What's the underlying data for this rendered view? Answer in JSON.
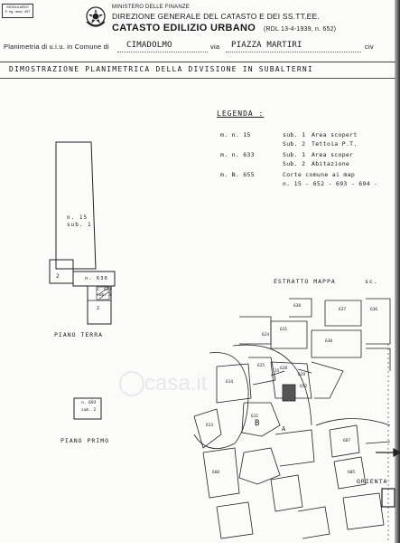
{
  "header": {
    "modulario_line1": "MODULARIO",
    "modulario_line2": "F. rig. rend. 497",
    "ministry": "MINISTERO DELLE FINANZE",
    "direzione": "DIREZIONE GENERALE DEL CATASTO E DEI SS.TT.EE.",
    "catasto": "CATASTO EDILIZIO URBANO",
    "rdl": "(RDL 13-4-1939, n. 652)",
    "planimetria_prefix": "Planimetria di u.i.u. in Comune di",
    "comune": "CIMADOLMO",
    "via_prefix": "via",
    "via": "PIAZZA   MARTIRI",
    "civ": "civ"
  },
  "title": "DIMOSTRAZIONE  PLANIMETRICA  DELLA  DIVISIONE  IN  SUBALTERNI",
  "legend": {
    "heading": "LEGENDA :",
    "rows": [
      {
        "mn": "m. n. 15",
        "sub": "sub. 1",
        "desc": "Area scopert"
      },
      {
        "mn": "",
        "sub": "Sub. 2",
        "desc": "Tettoia  P.T."
      },
      {
        "mn": "m. n. 633",
        "sub": "Sub. 1",
        "desc": "Area  scoper"
      },
      {
        "mn": "",
        "sub": "Sub. 2",
        "desc": "Abitazione"
      },
      {
        "mn": "m. N. 655",
        "sub": "",
        "desc": "Corte  comune  ai  map"
      },
      {
        "mn": "",
        "sub": "",
        "desc": "n. 15 - 652 - 693 - 694 -"
      }
    ]
  },
  "plan": {
    "lot_label": "n. 15",
    "lot_sub": "sub. 1",
    "sub2": "2",
    "n636": "n. 636",
    "n633": "n. 633",
    "sub1_small": "sub. 1",
    "piano_terra": "PIANO  TERRA",
    "piano_primo_box1": "n. 693",
    "piano_primo_box2": "sub. 2",
    "piano_primo": "PIANO  PRIMO"
  },
  "estratto": {
    "title": "ESTRATTO  MAPPA",
    "scale": "sc.",
    "orienta": "ORIENTA",
    "num_636": "636",
    "num_637": "637",
    "num_638": "638",
    "num_631": "631",
    "num_624": "624",
    "num_630": "630",
    "num_625": "625",
    "num_628": "628",
    "num_629": "629",
    "num_652": "652",
    "num_15": "15",
    "num_614": "614",
    "num_613": "613",
    "num_611": "611",
    "num_607": "607",
    "num_660": "660",
    "num_605": "605",
    "letter_b": "B",
    "num_a": "A"
  },
  "watermark": "casa.it"
}
